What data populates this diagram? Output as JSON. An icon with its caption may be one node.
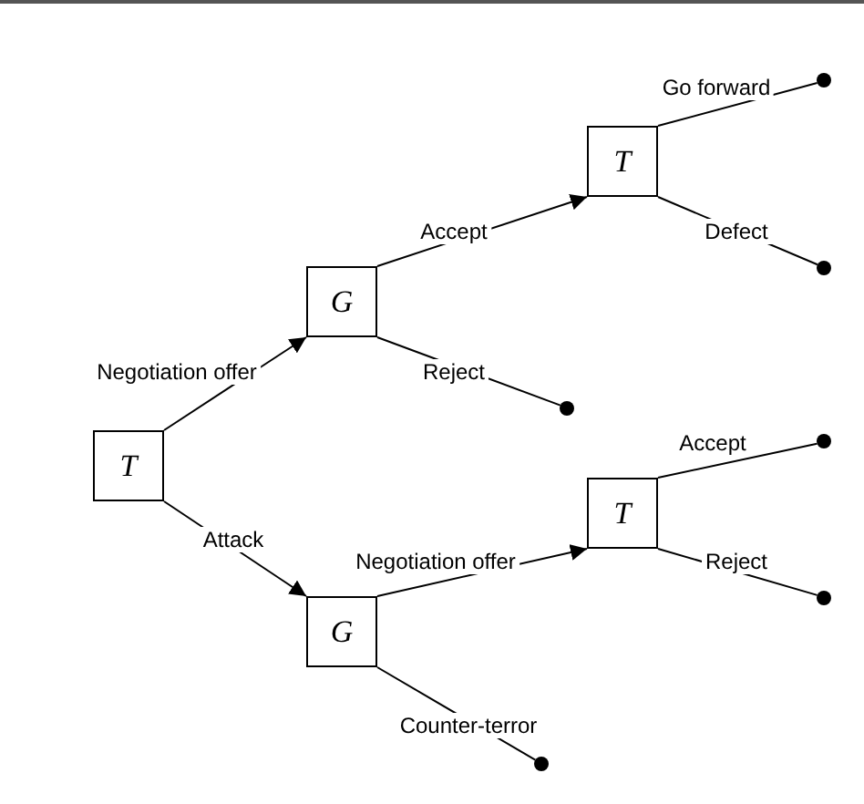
{
  "diagram": {
    "nodes": [
      {
        "text": [
          "T"
        ]
      },
      {
        "text": [
          "G"
        ]
      },
      {
        "text": [
          "T"
        ]
      },
      {
        "text": [
          "G"
        ]
      },
      {
        "text": [
          "T"
        ]
      },
      {
        "text": [],
        "shape": "circle"
      },
      {
        "text": [],
        "shape": "circle"
      },
      {
        "text": [],
        "shape": "circle"
      },
      {
        "text": [],
        "shape": "circle"
      },
      {
        "text": [],
        "shape": "circle"
      },
      {
        "text": [],
        "shape": "circle"
      }
    ],
    "edges": [
      {
        "from": 0,
        "to": 1,
        "label": "Negotiation offer",
        "arrow": "to"
      },
      {
        "from": 0,
        "to": 3,
        "label": "Attack",
        "arrow": "to"
      },
      {
        "from": 1,
        "to": 2,
        "label": "Accept",
        "arrow": "to"
      },
      {
        "from": 1,
        "to": 7,
        "label": "Reject",
        "arrow": "none"
      },
      {
        "from": 2,
        "to": 5,
        "label": "Go forward",
        "arrow": "none"
      },
      {
        "from": 2,
        "to": 6,
        "label": "Defect",
        "arrow": "none"
      },
      {
        "from": 4,
        "to": 8,
        "label": "Accept",
        "arrow": "none"
      },
      {
        "from": 4,
        "to": 9,
        "label": "Reject",
        "arrow": "none"
      },
      {
        "from": 3,
        "to": 4,
        "label": "Negotiation offer",
        "arrow": "to"
      },
      {
        "from": 3,
        "to": 10,
        "label": "Counter-terror",
        "arrow": "none"
      }
    ]
  }
}
